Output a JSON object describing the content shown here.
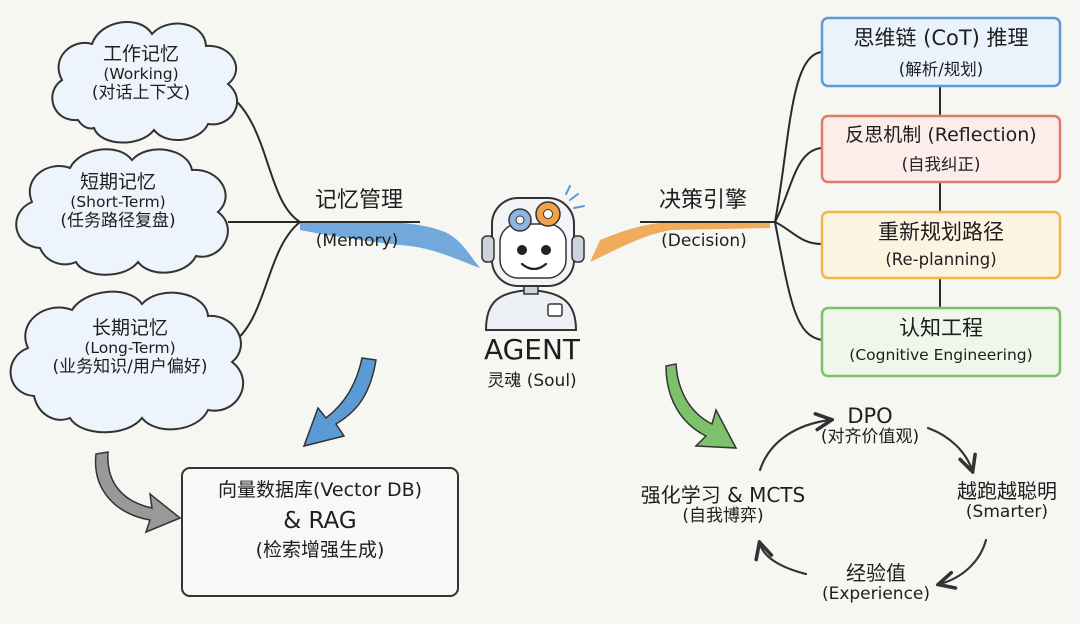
{
  "memory": {
    "working": {
      "title": "工作记忆",
      "en": "(Working)",
      "desc": "(对话上下文)"
    },
    "short_term": {
      "title": "短期记忆",
      "en": "(Short-Term)",
      "desc": "(任务路径复盘)"
    },
    "long_term": {
      "title": "长期记忆",
      "en": "(Long-Term)",
      "desc": "(业务知识/用户偏好)"
    },
    "label_cn": "记忆管理",
    "label_en": "(Memory)"
  },
  "agent": {
    "name": "AGENT",
    "soul": "灵魂 (Soul)"
  },
  "decision": {
    "label_cn": "决策引擎",
    "label_en": "(Decision)",
    "cot": {
      "title": "思维链 (CoT) 推理",
      "desc": "(解析/规划)"
    },
    "reflection": {
      "title": "反思机制 (Reflection)",
      "desc": "(自我纠正)"
    },
    "replanning": {
      "title": "重新规划路径",
      "desc": "(Re-planning)"
    },
    "cognitive": {
      "title": "认知工程",
      "desc": "(Cognitive Engineering)"
    }
  },
  "vector_db": {
    "line1": "向量数据库(Vector DB)",
    "line2": "& RAG",
    "line3": "(检索增强生成)"
  },
  "cycle": {
    "dpo": {
      "title": "DPO",
      "desc": "(对齐价值观)"
    },
    "smarter": {
      "title": "越跑越聪明",
      "desc": "(Smarter)"
    },
    "experience": {
      "title": "经验值",
      "desc": "(Experience)"
    },
    "rl": {
      "title": "强化学习 & MCTS",
      "desc": "(自我博弈)"
    }
  },
  "colors": {
    "memory_blue": "#5b9bd5",
    "decision_orange": "#f0a34a",
    "cot_border": "#5b9bd5",
    "cot_fill": "#eaf2fb",
    "reflection_border": "#e07b6a",
    "reflection_fill": "#fcecea",
    "replanning_border": "#f0b64a",
    "replanning_fill": "#fdf3e1",
    "cognitive_border": "#7cc06a",
    "cognitive_fill": "#eef7ea",
    "arrow_green": "#7dc26b",
    "cloud_fill": "#eef4fb"
  }
}
